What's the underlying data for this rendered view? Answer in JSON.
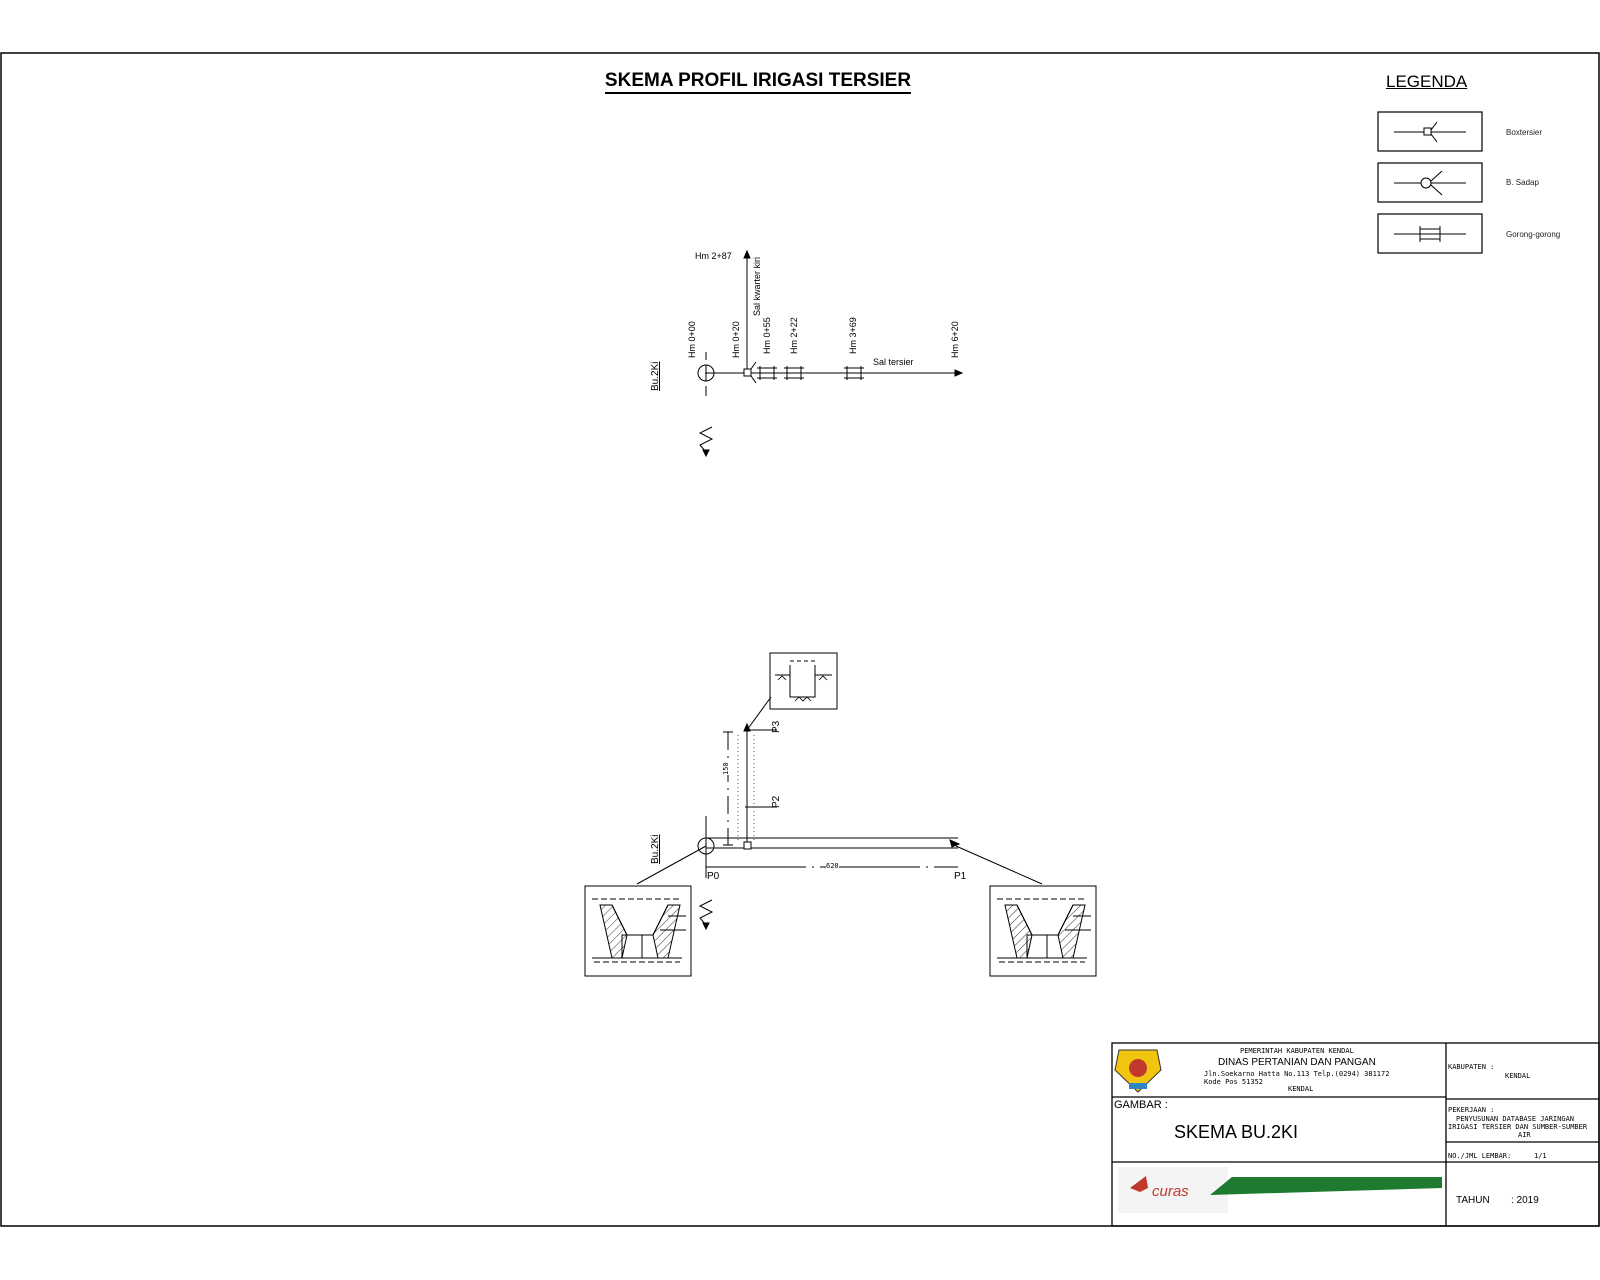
{
  "title": "SKEMA PROFIL IRIGASI TERSIER",
  "legend": {
    "title": "LEGENDA",
    "items": [
      {
        "icon": "box-tersier-icon",
        "label": "Boxtersier"
      },
      {
        "icon": "bangunan-sadap-icon",
        "label": "B. Sadap"
      },
      {
        "icon": "gorong-gorong-icon",
        "label": "Gorong-gorong"
      }
    ]
  },
  "schema": {
    "labels": {
      "hm287": "Hm 2+87",
      "sal_kuarter": "Sal kwarter kiri",
      "hm000": "Hm 0+00",
      "hm020": "Hm 0+20",
      "hm055": "Hm 0+55",
      "hm222": "Hm 2+22",
      "hm369": "Hm 3+69",
      "hm620": "Hm 6+20",
      "sal_tersier": "Sal tersier",
      "bu": "Bu.2Ki"
    }
  },
  "profile": {
    "bu": "Bu.2Ki",
    "p0": "P0",
    "p1": "P1",
    "p2": "P2",
    "p3": "P3",
    "len_main": "620",
    "len_branch": "150"
  },
  "title_block": {
    "gov": "PEMERINTAH KABUPATEN KENDAL",
    "dept": "DINAS PERTANIAN DAN PANGAN",
    "address": "Jln.Soekarno Hatta No.113 Telp.(0294) 381172",
    "postal": "Kode Pos 51352",
    "city": "KENDAL",
    "gambar_label": "GAMBAR :",
    "gambar_value": "SKEMA BU.2KI",
    "kabupaten_label": "KABUPATEN :",
    "kabupaten_value": "KENDAL",
    "pekerjaan_label": "PEKERJAAN :",
    "pekerjaan_line1": "PENYUSUNAN DATABASE JARINGAN",
    "pekerjaan_line2": "IRIGASI TERSIER DAN SUMBER-SUMBER",
    "pekerjaan_line3": "AIR",
    "lembar_label": "NO./JML LEMBAR:",
    "lembar_value": "1/1",
    "tahun_label": "TAHUN",
    "tahun_value": ": 2019",
    "logo_text": "curas"
  },
  "colors": {
    "line": "#000000",
    "logo_red": "#c0392b",
    "logo_green": "#1e7a2e"
  }
}
